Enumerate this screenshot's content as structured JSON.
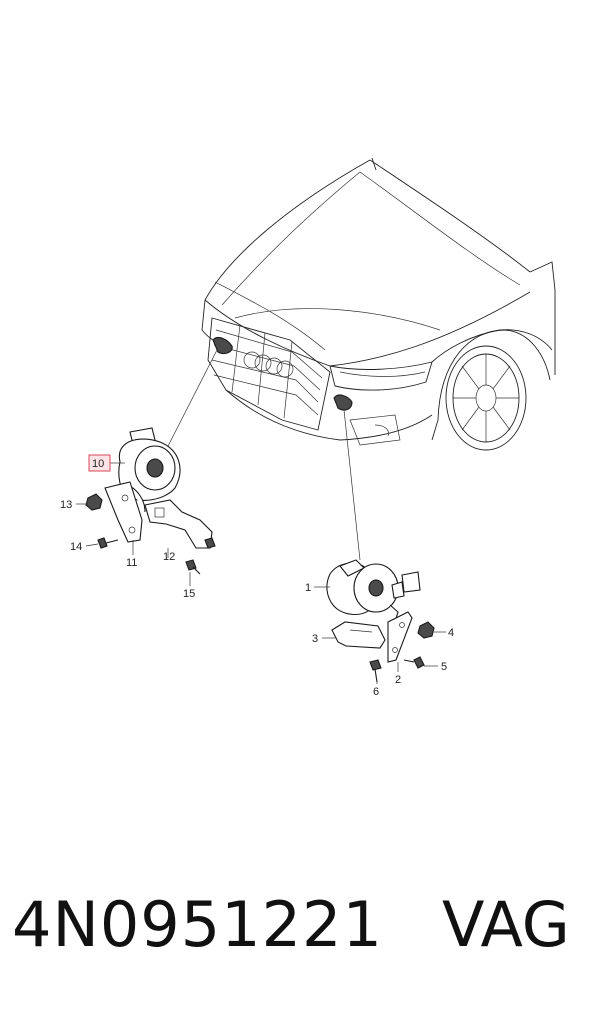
{
  "diagram": {
    "callouts": {
      "c1": "1",
      "c2": "2",
      "c3": "3",
      "c4": "4",
      "c5": "5",
      "c6": "6",
      "c10": "10",
      "c11": "11",
      "c12": "12",
      "c13": "13",
      "c14": "14",
      "c15": "15"
    },
    "highlight_color": "#d94a5a"
  },
  "footer": {
    "part_number": "4N0951221",
    "brand": "VAG"
  }
}
